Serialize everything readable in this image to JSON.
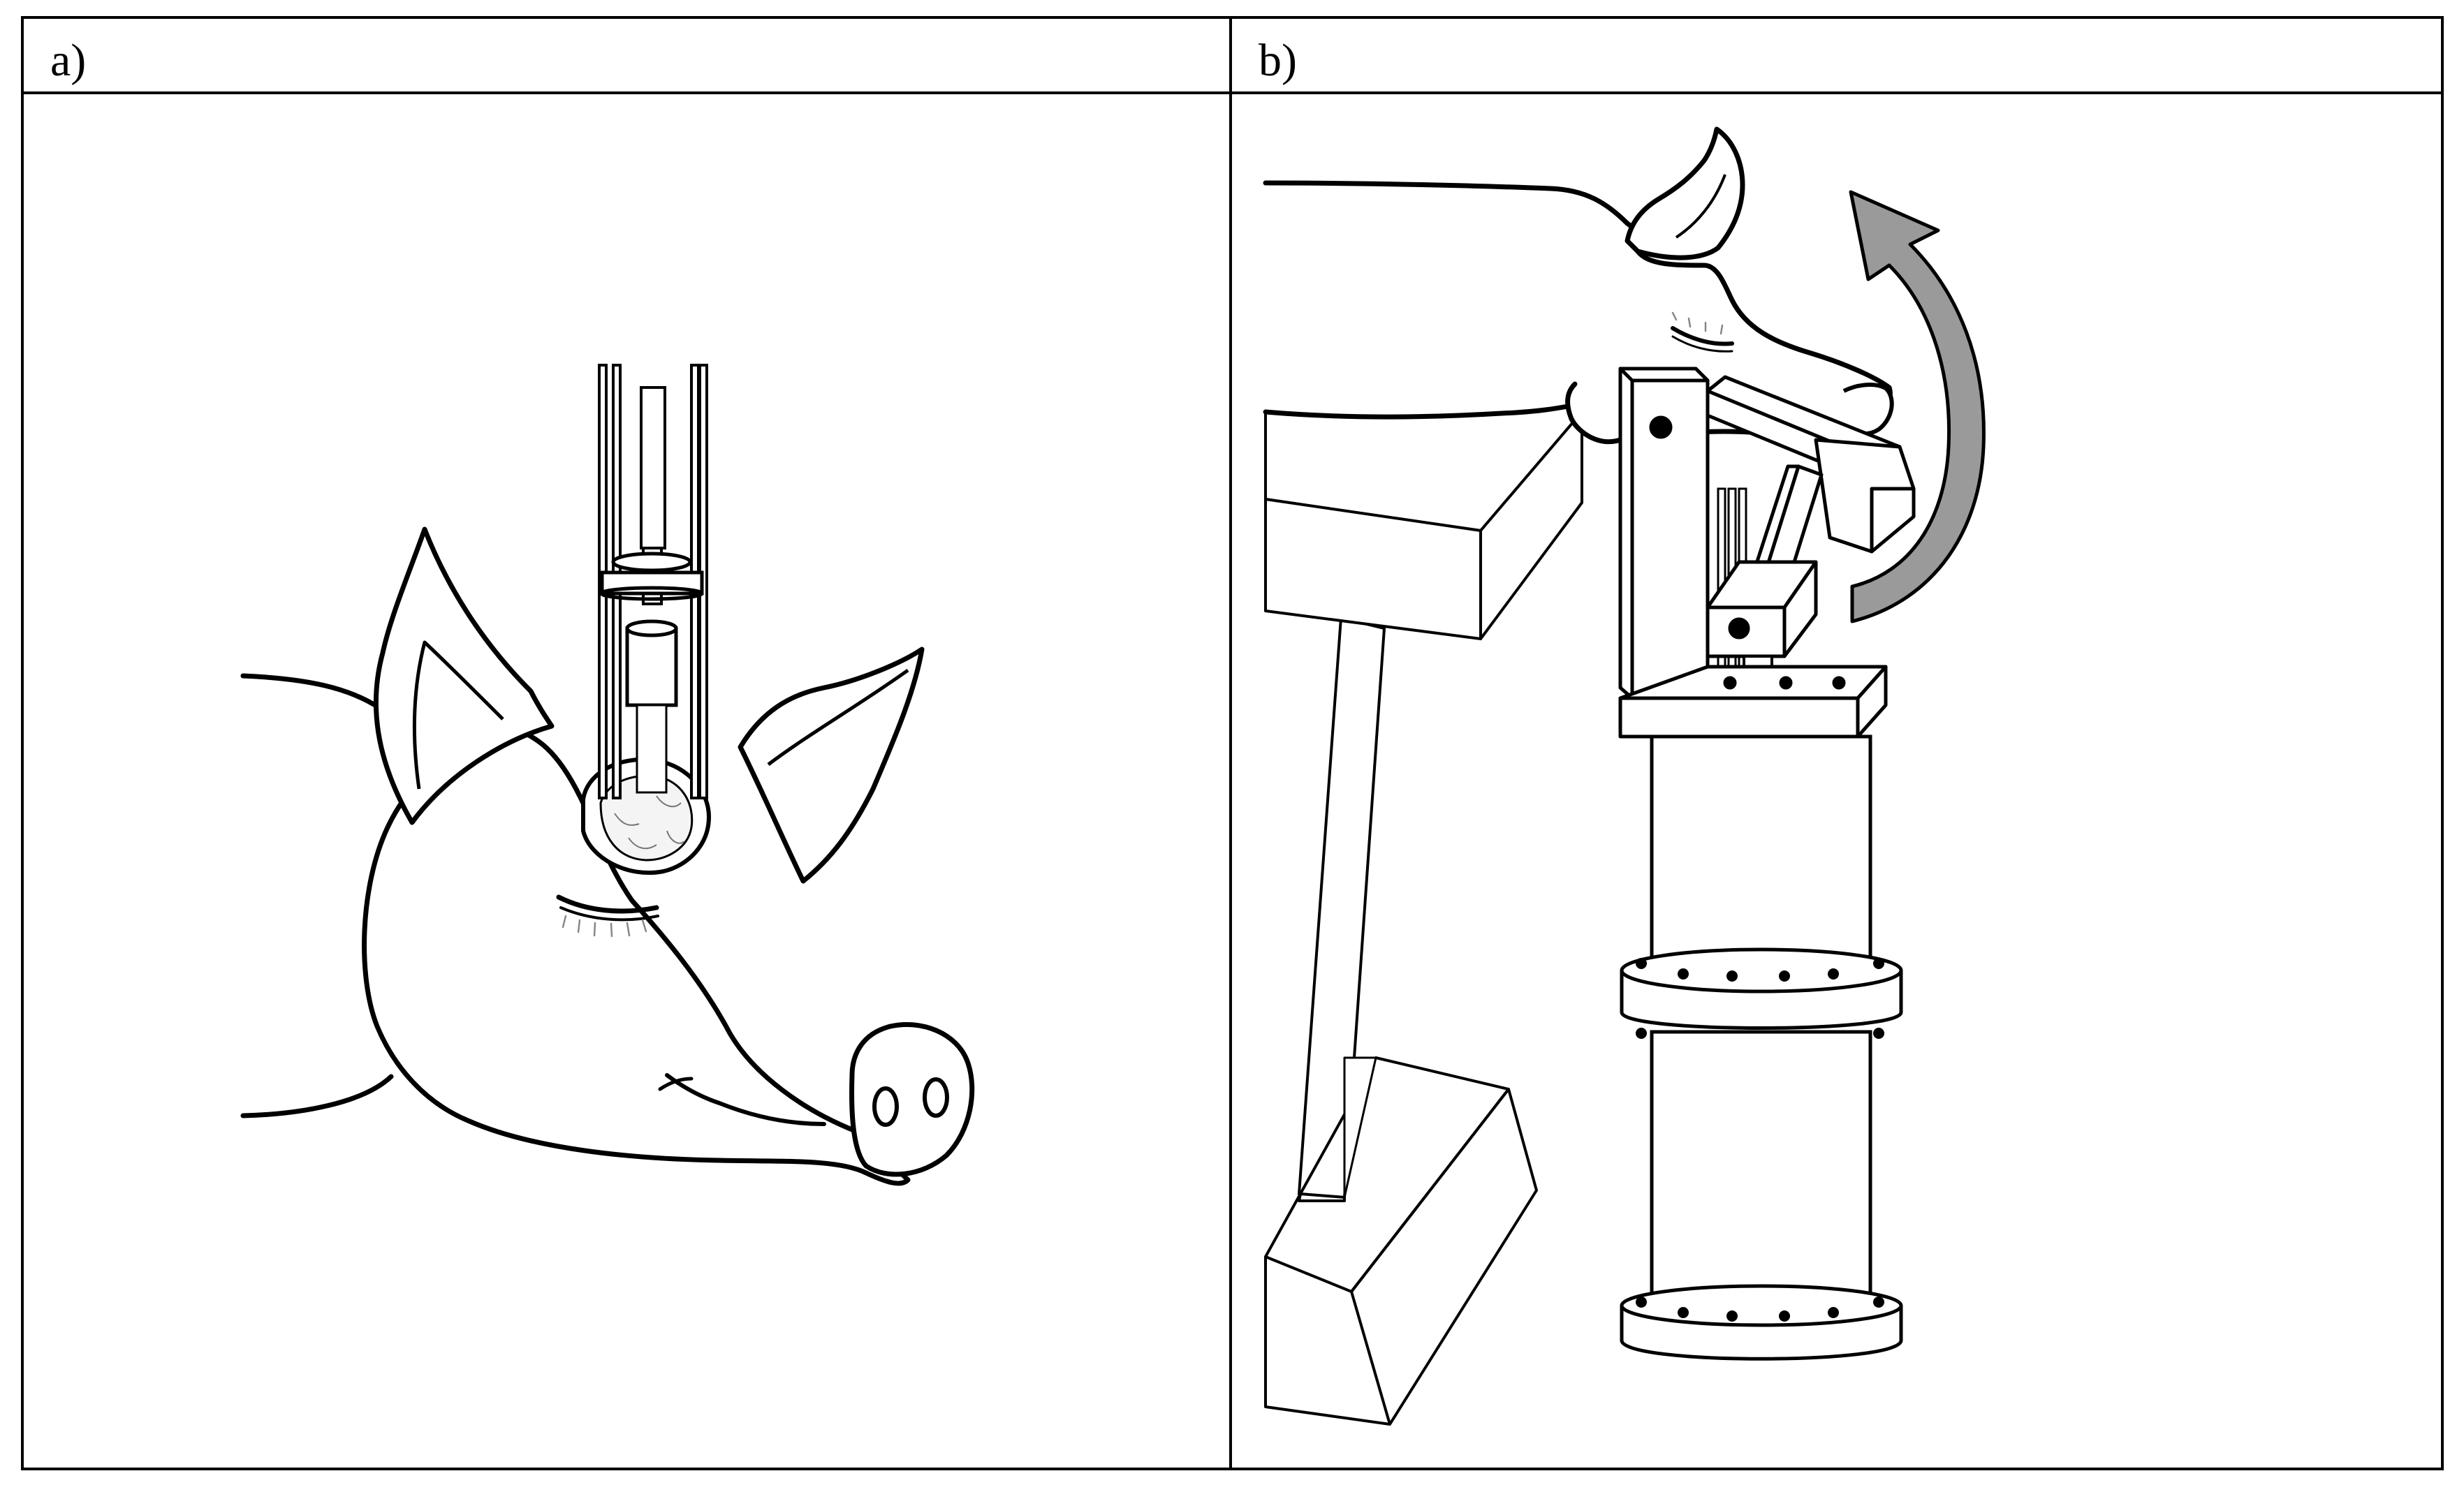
{
  "figure": {
    "panels": [
      {
        "id": "a",
        "label": "a)"
      },
      {
        "id": "b",
        "label": "b)"
      }
    ],
    "colors": {
      "line": "#000000",
      "background": "#ffffff",
      "arrow_fill": "#9a9a9a",
      "eyelash": "#888888"
    }
  }
}
